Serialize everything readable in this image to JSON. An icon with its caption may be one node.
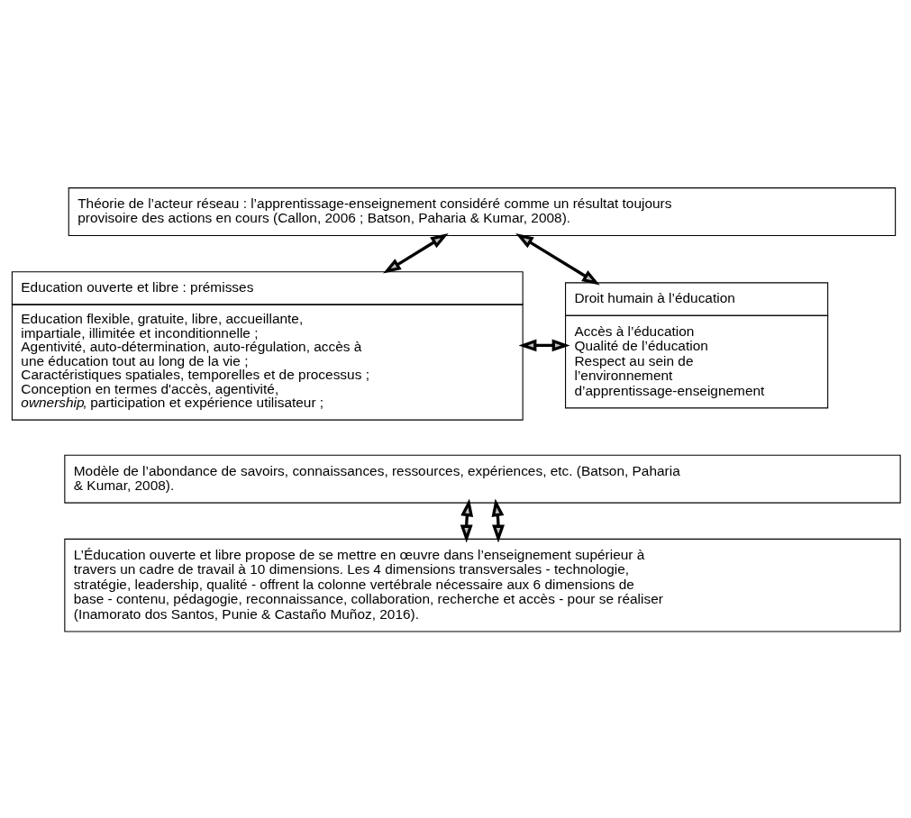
{
  "diagram": {
    "nodes": [
      {
        "text": [
          "Théorie de l’acteur réseau : l’apprentissage-enseignement considéré comme un résultat toujours provisoire des actions en cours (Callon, 2006 ; Batson, Paharia & Kumar, 2008)."
        ]
      },
      {
        "text": [
          "Education ouverte et libre : prémisses",
          "Education flexible, gratuite, libre, accueillante, impartiale, illimitée et inconditionnelle ;",
          "Agentivité, auto-détermination, auto-régulation, accès à une éducation tout au long de la vie ;",
          "Caractéristiques spatiales, temporelles et de processus ;",
          "Conception en termes d'accès, agentivité, *ownership*, participation et expérience utilisateur ;"
        ]
      },
      {
        "text": [
          "Droit humain à l’éducation",
          "Accès à l’éducation",
          "Qualité de l’éducation",
          "Respect au sein de l’environnement d’apprentissage-enseignement"
        ]
      },
      {
        "text": [
          "Modèle de l’abondance de savoirs, connaissances, ressources, expériences, etc. (Batson, Paharia & Kumar, 2008)."
        ]
      },
      {
        "text": [
          "L’Éducation ouverte et libre propose de se mettre en œuvre dans l’enseignement supérieur à travers un cadre de travail à 10 dimensions. Les 4 dimensions transversales - technologie, stratégie, leadership, qualité - offrent la colonne vertébrale nécessaire aux 6 dimensions de base - contenu, pédagogie, reconnaissance, collaboration, recherche et accès - pour se réaliser (Inamorato dos Santos, Punie & Castaño Muñoz, 2016)."
        ]
      }
    ],
    "edges": [
      {
        "from": 0,
        "to": 1,
        "arrow": "both"
      },
      {
        "from": 0,
        "to": 2,
        "arrow": "both"
      },
      {
        "from": 1,
        "to": 2,
        "arrow": "both"
      },
      {
        "from": 3,
        "to": 4,
        "arrow": "both"
      },
      {
        "from": 3,
        "to": 4,
        "arrow": "both"
      }
    ]
  }
}
